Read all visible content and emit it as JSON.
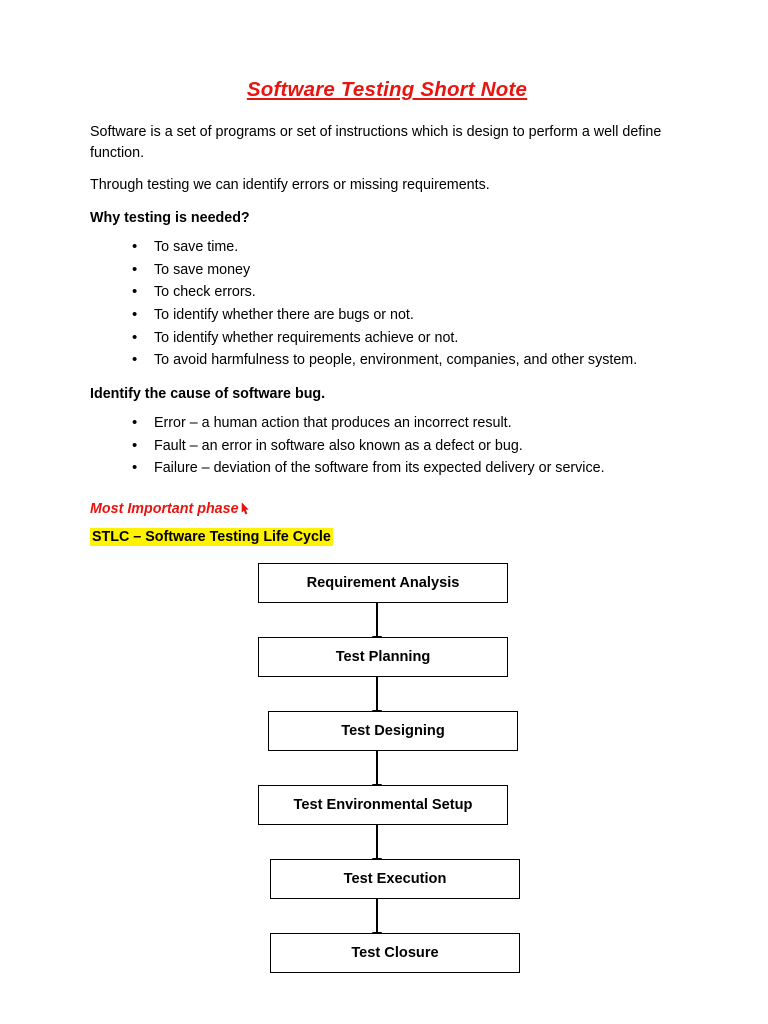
{
  "document": {
    "title": "Software Testing Short Note",
    "title_color": "#e8140f",
    "paragraphs": [
      "Software is a set of programs or set of instructions which is design to perform a well define function.",
      "Through testing we can identify errors or missing requirements."
    ],
    "section_why": {
      "heading": "Why testing is needed?",
      "items": [
        "To save time.",
        "To save money",
        "To check errors.",
        "To identify whether there are bugs or not.",
        "To identify whether requirements achieve or not.",
        "To avoid harmfulness to people, environment, companies, and other system."
      ]
    },
    "section_cause": {
      "heading": "Identify the cause of software bug.",
      "items": [
        "Error – a human action that produces an incorrect result.",
        "Fault – an error in software also known as a defect or bug.",
        "Failure – deviation of the software from its expected delivery or service."
      ]
    },
    "most_important": "Most Important phase",
    "stlc_heading": "STLC – Software Testing Life Cycle",
    "highlight_color": "#fff200",
    "flowchart": {
      "type": "flow",
      "nodes": [
        "Requirement Analysis",
        "Test Planning",
        "Test Designing",
        "Test Environmental Setup",
        "Test Execution",
        "Test Closure"
      ]
    }
  }
}
